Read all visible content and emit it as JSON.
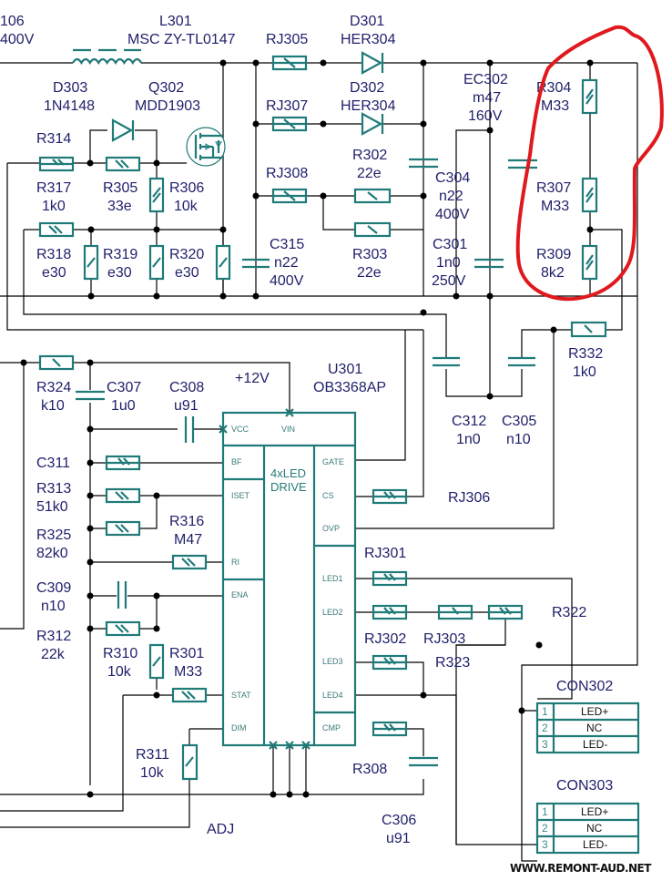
{
  "title_fragments": {
    "top_left_line1": "106",
    "top_left_line2": "400V"
  },
  "components": {
    "L301": {
      "ref": "L301",
      "value": "MSC ZY-TL0147"
    },
    "D303": {
      "ref": "D303",
      "value": "1N4148"
    },
    "Q302": {
      "ref": "Q302",
      "value": "MDD1903"
    },
    "RJ305": {
      "ref": "RJ305"
    },
    "RJ307": {
      "ref": "RJ307"
    },
    "RJ308": {
      "ref": "RJ308"
    },
    "D301": {
      "ref": "D301",
      "value": "HER304"
    },
    "D302": {
      "ref": "D302",
      "value": "HER304"
    },
    "EC302": {
      "ref": "EC302",
      "value": "m47",
      "voltage": "160V"
    },
    "R304": {
      "ref": "R304",
      "value": "M33"
    },
    "R307": {
      "ref": "R307",
      "value": "M33"
    },
    "R309": {
      "ref": "R309",
      "value": "8k2"
    },
    "R314": {
      "ref": "R314"
    },
    "R317": {
      "ref": "R317",
      "value": "1k0"
    },
    "R305": {
      "ref": "R305",
      "value": "33e"
    },
    "R306": {
      "ref": "R306",
      "value": "10k"
    },
    "R302": {
      "ref": "R302",
      "value": "22e"
    },
    "R303": {
      "ref": "R303",
      "value": "22e"
    },
    "C304": {
      "ref": "C304",
      "value": "n22",
      "voltage": "400V"
    },
    "C301": {
      "ref": "C301",
      "value": "1n0",
      "voltage": "250V"
    },
    "R318": {
      "ref": "R318",
      "value": "e30"
    },
    "R319": {
      "ref": "R319",
      "value": "e30"
    },
    "R320": {
      "ref": "R320",
      "value": "e30"
    },
    "C315": {
      "ref": "C315",
      "value": "n22",
      "voltage": "400V"
    },
    "R332": {
      "ref": "R332",
      "value": "1k0"
    },
    "C312": {
      "ref": "C312",
      "value": "1n0"
    },
    "C305": {
      "ref": "C305",
      "value": "n10"
    },
    "R324": {
      "ref": "R324",
      "value": "k10"
    },
    "C307": {
      "ref": "C307",
      "value": "1u0"
    },
    "C308": {
      "ref": "C308",
      "value": "u91"
    },
    "C311": {
      "ref": "C311"
    },
    "R313": {
      "ref": "R313",
      "value": "51k0"
    },
    "R325": {
      "ref": "R325",
      "value": "82k0"
    },
    "R316": {
      "ref": "R316",
      "value": "M47"
    },
    "C309": {
      "ref": "C309",
      "value": "n10"
    },
    "R312": {
      "ref": "R312",
      "value": "22k"
    },
    "R310": {
      "ref": "R310",
      "value": "10k"
    },
    "R301": {
      "ref": "R301",
      "value": "M33"
    },
    "R311": {
      "ref": "R311",
      "value": "10k"
    },
    "RJ306": {
      "ref": "RJ306"
    },
    "RJ301": {
      "ref": "RJ301"
    },
    "RJ302": {
      "ref": "RJ302"
    },
    "RJ303": {
      "ref": "RJ303"
    },
    "R322": {
      "ref": "R322"
    },
    "R323": {
      "ref": "R323"
    },
    "R308": {
      "ref": "R308"
    },
    "C306": {
      "ref": "C306",
      "value": "u91"
    }
  },
  "nets": {
    "vcc_label": "+12V",
    "adj_label": "ADJ"
  },
  "ic": {
    "ref": "U301",
    "part": "OB3368AP",
    "function_line1": "4xLED",
    "function_line2": "DRIVE",
    "pins": {
      "vcc": "VCC",
      "vin": "VIN",
      "bf": "BF",
      "iset": "ISET",
      "ri": "RI",
      "ena": "ENA",
      "stat": "STAT",
      "dim": "DIM",
      "gate": "GATE",
      "cs": "CS",
      "ovp": "OVP",
      "led1": "LED1",
      "led2": "LED2",
      "led3": "LED3",
      "led4": "LED4",
      "cmp": "CMP"
    }
  },
  "connectors": [
    {
      "ref": "CON302",
      "pins": [
        {
          "num": "1",
          "name": "LED+"
        },
        {
          "num": "2",
          "name": "NC"
        },
        {
          "num": "3",
          "name": "LED-"
        }
      ]
    },
    {
      "ref": "CON303",
      "pins": [
        {
          "num": "1",
          "name": "LED+"
        },
        {
          "num": "2",
          "name": "NC"
        },
        {
          "num": "3",
          "name": "LED-"
        }
      ]
    }
  ],
  "annotation": {
    "highlight": "red freehand loop around R304 / R307 / R309 divider",
    "color": "#e0191e"
  },
  "watermark": "WWW.REMONT-AUD.NET",
  "colors": {
    "component": "#1f7a78",
    "wire": "#000000",
    "label": "#1f1f6b",
    "highlight": "#e0191e"
  }
}
